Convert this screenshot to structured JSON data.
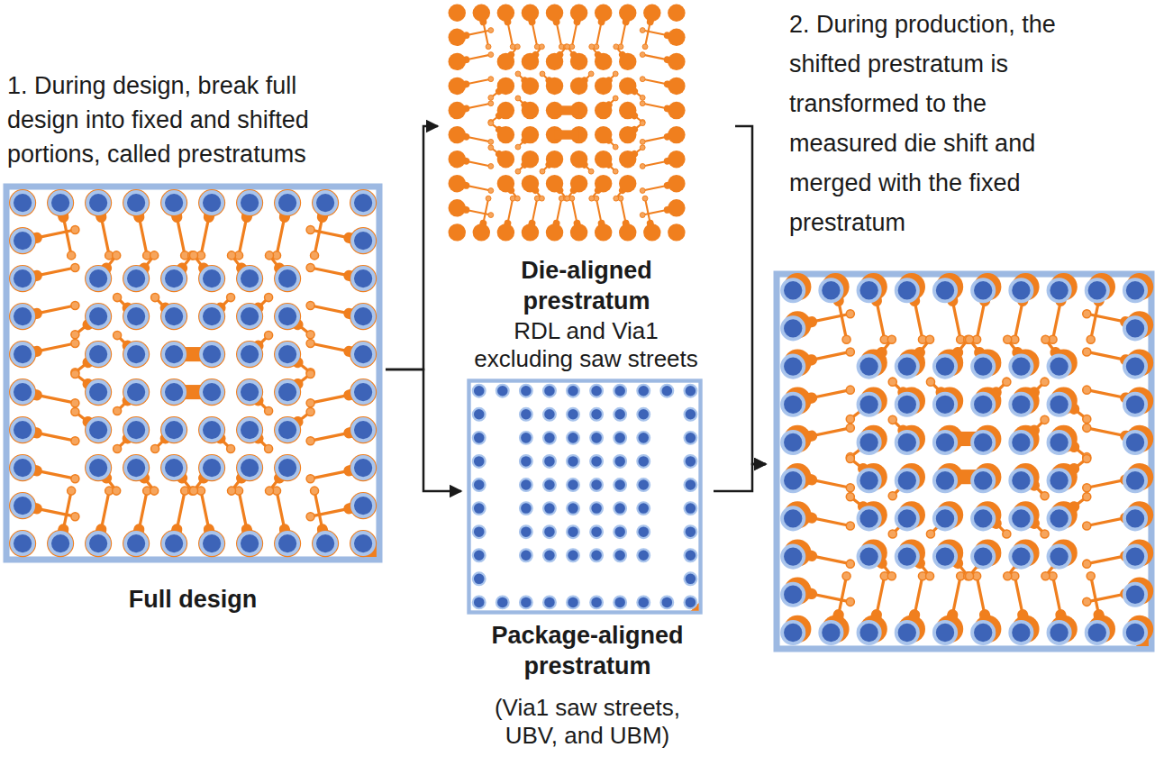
{
  "diagram": {
    "nodes": [
      {
        "text": [
          "1. During design, break full design into fixed and shifted portions, called prestratums",
          "Full design"
        ]
      },
      {
        "text": [
          "Die-aligned prestratum",
          "RDL and Via1 excluding saw streets"
        ]
      },
      {
        "text": [
          "Package-aligned prestratum",
          "(Via1 saw streets, UBV, and UBM)"
        ]
      },
      {
        "text": [
          "2. During production, the shifted prestratum is transformed to the measured die shift and merged with the fixed prestratum"
        ]
      }
    ],
    "edges": [
      {
        "from": 0,
        "to": 1,
        "arrow": "to"
      },
      {
        "from": 0,
        "to": 2,
        "arrow": "to"
      },
      {
        "from": 1,
        "to": 3,
        "arrow": "to"
      },
      {
        "from": 2,
        "to": 3,
        "arrow": "to"
      }
    ]
  }
}
